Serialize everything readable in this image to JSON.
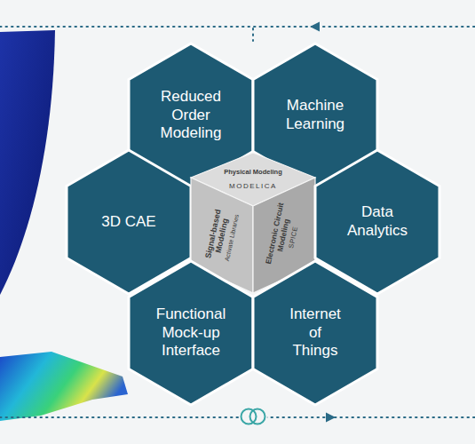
{
  "diagram": {
    "nodes": [
      {
        "text": [
          "Reduced Order Modeling"
        ]
      },
      {
        "text": [
          "Machine Learning"
        ]
      },
      {
        "text": [
          "3D CAE"
        ]
      },
      {
        "text": [
          "Physical Modeling",
          "MODELICA",
          "Signal-based Modeling",
          "Activate Libraries",
          "Electronic Circuit Modeling",
          "SPICE"
        ]
      },
      {
        "text": [
          "Data Analytics"
        ]
      },
      {
        "text": [
          "Functional Mock-up Interface"
        ]
      },
      {
        "text": [
          "Internet of Things"
        ]
      }
    ]
  }
}
